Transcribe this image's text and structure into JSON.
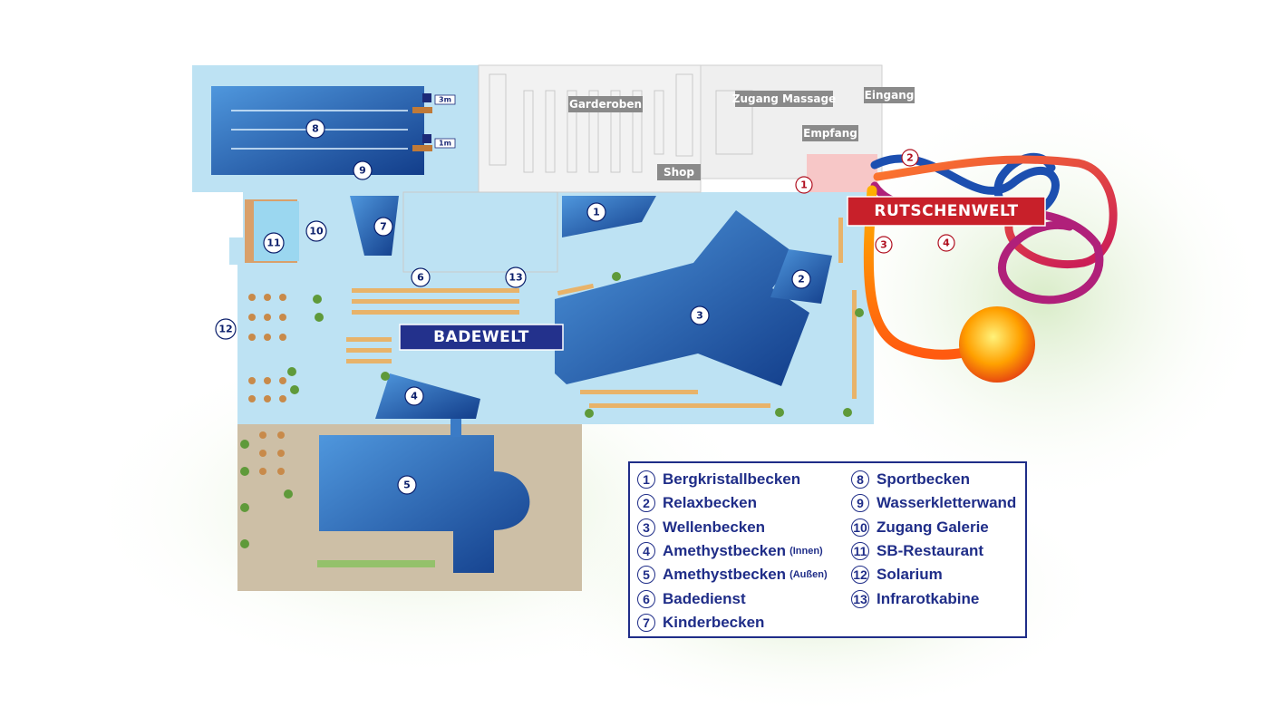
{
  "map": {
    "areas": {
      "badewelt": "BADEWELT",
      "rutschenwelt": "RUTSCHENWELT"
    },
    "rooms": {
      "garderoben": "Garderoben",
      "shop": "Shop",
      "zugang_massage": "Zugang Massage",
      "eingang": "Eingang",
      "empfang": "Empfang"
    },
    "depth_markers": {
      "deep": "3m",
      "shallow": "1m"
    },
    "markers": {
      "m1": "1",
      "m2": "2",
      "m3": "3",
      "m4": "4",
      "m5": "5",
      "m6": "6",
      "m7": "7",
      "m8": "8",
      "m9": "9",
      "m10": "10",
      "m11": "11",
      "m12": "12",
      "m13": "13"
    },
    "slide_markers": {
      "s1": "1",
      "s2": "2",
      "s3": "3",
      "s4": "4"
    },
    "colors": {
      "hall_water": "#bfe3f3",
      "pool_dark": "#1a5aa8",
      "outdoor": "#cfc3ae",
      "building": "#f0f0f0",
      "badewelt_banner": "#23318c",
      "rutschenwelt_banner": "#c8202a",
      "legend_accent": "#1f2d88"
    }
  },
  "legend": {
    "left": [
      {
        "num": "1",
        "label": "Bergkristallbecken",
        "note": ""
      },
      {
        "num": "2",
        "label": "Relaxbecken",
        "note": ""
      },
      {
        "num": "3",
        "label": "Wellenbecken",
        "note": ""
      },
      {
        "num": "4",
        "label": "Amethystbecken",
        "note": "(Innen)"
      },
      {
        "num": "5",
        "label": "Amethystbecken",
        "note": "(Außen)"
      },
      {
        "num": "6",
        "label": "Badedienst",
        "note": ""
      },
      {
        "num": "7",
        "label": "Kinderbecken",
        "note": ""
      }
    ],
    "right": [
      {
        "num": "8",
        "label": "Sportbecken"
      },
      {
        "num": "9",
        "label": "Wasserkletterwand"
      },
      {
        "num": "10",
        "label": "Zugang Galerie"
      },
      {
        "num": "11",
        "label": "SB-Restaurant"
      },
      {
        "num": "12",
        "label": "Solarium"
      },
      {
        "num": "13",
        "label": "Infrarotkabine"
      }
    ]
  }
}
